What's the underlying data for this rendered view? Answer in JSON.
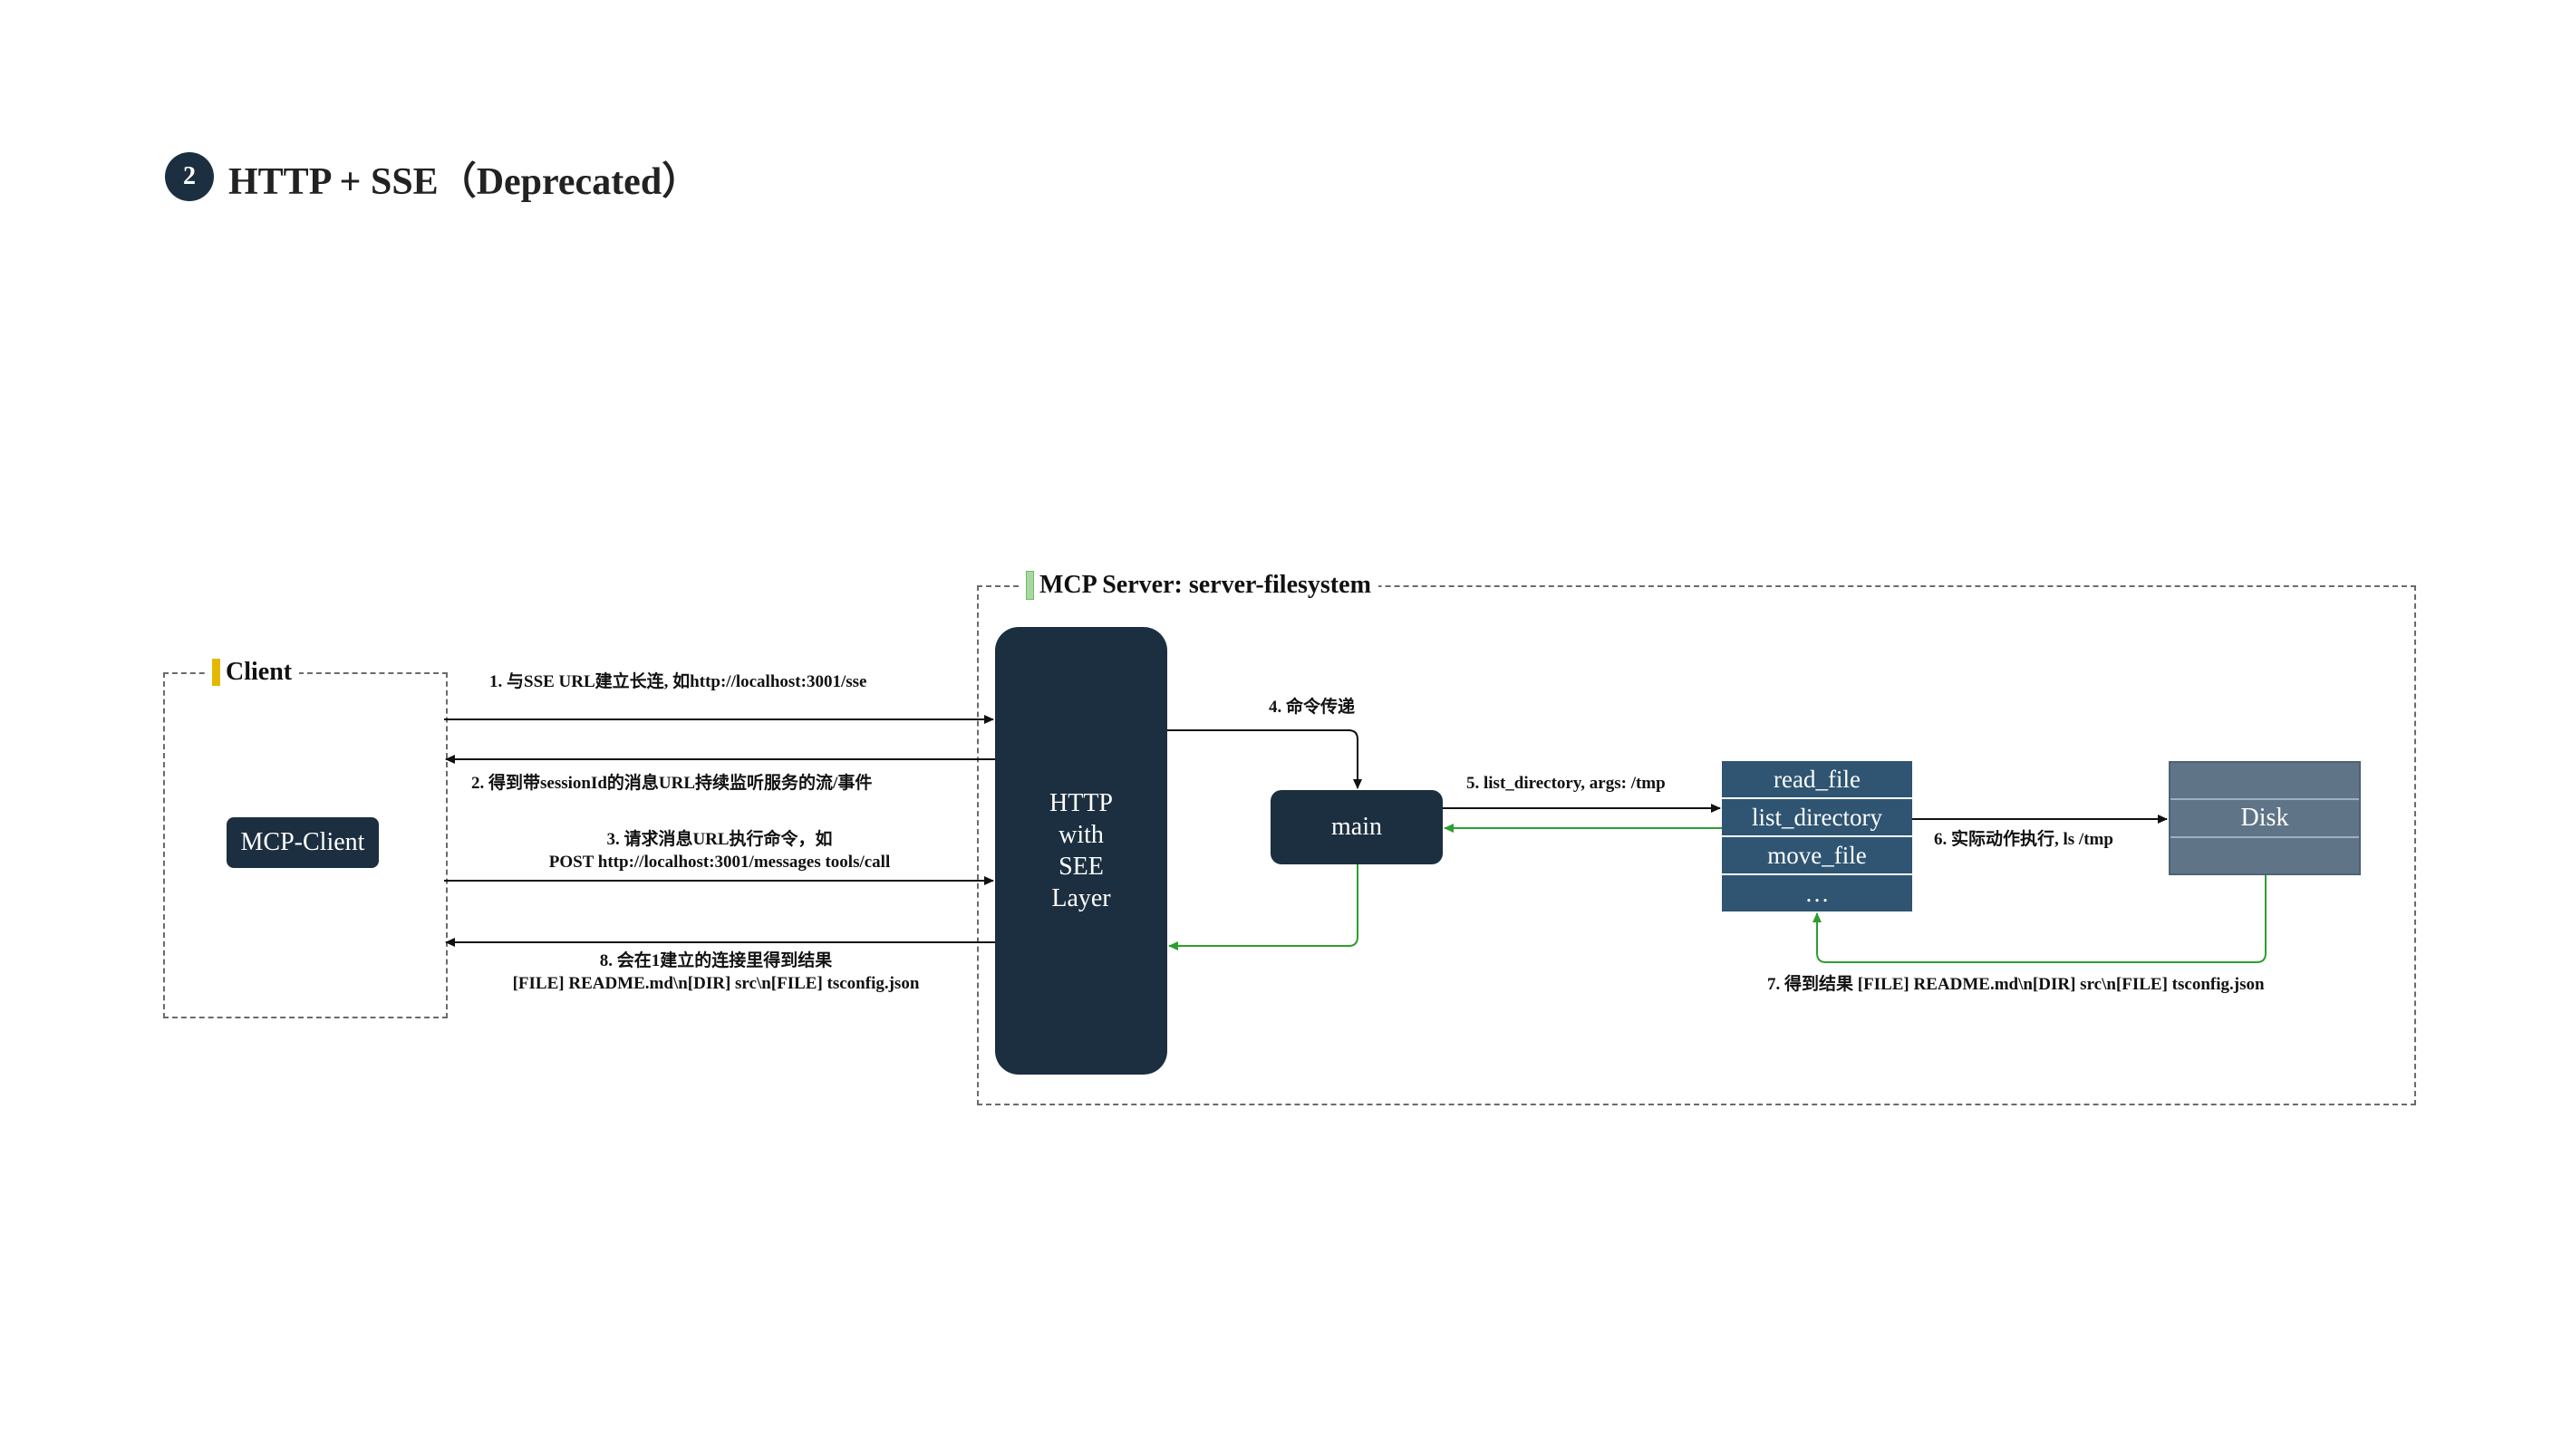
{
  "title": {
    "number": "2",
    "text": "HTTP + SSE（Deprecated）"
  },
  "groups": {
    "client": {
      "label": "Client",
      "marker_color": "#e5b800"
    },
    "server": {
      "label": "MCP Server: server-filesystem",
      "marker_color": "#a8d8a0"
    }
  },
  "nodes": {
    "mcp_client": "MCP-Client",
    "http_layer": [
      "HTTP",
      "with",
      "SEE",
      "Layer"
    ],
    "main": "main",
    "tools": [
      "read_file",
      "list_directory",
      "move_file",
      "…"
    ],
    "disk": [
      "",
      "Disk",
      ""
    ]
  },
  "edges": {
    "e1": "1. 与SSE URL建立长连, 如http://localhost:3001/sse",
    "e2": "2. 得到带sessionId的消息URL持续监听服务的流/事件",
    "e3_line1": "3. 请求消息URL执行命令，如",
    "e3_line2": "POST http://localhost:3001/messages tools/call",
    "e4": "4. 命令传递",
    "e5": "5. list_directory, args: /tmp",
    "e6": "6. 实际动作执行, ls /tmp",
    "e7": "7. 得到结果 [FILE] README.md\\n[DIR] src\\n[FILE] tsconfig.json",
    "e8_line1": "8. 会在1建立的连接里得到结果",
    "e8_line2": "[FILE] README.md\\n[DIR] src\\n[FILE] tsconfig.json"
  },
  "colors": {
    "dark_node": "#1c2f40",
    "tool_fill": "#2f5572",
    "disk_fill": "#5f7486",
    "request_arrow": "#111111",
    "response_arrow": "#2e9e2e"
  }
}
